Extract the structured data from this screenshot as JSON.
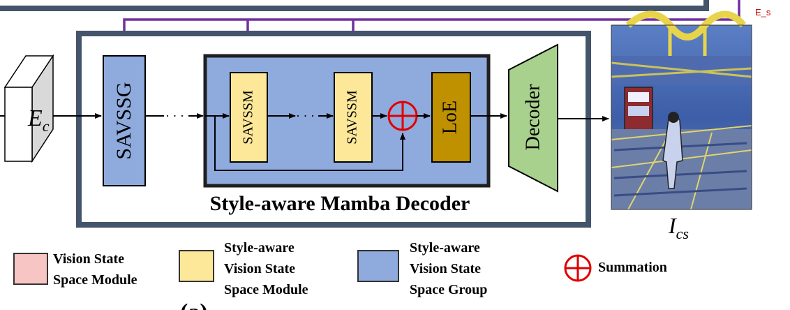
{
  "labels": {
    "es": "E_s",
    "ec_main": "E",
    "ec_sub": "c",
    "savssg": "SAVSSG",
    "savssm_1": "SAVSSM",
    "savssm_2": "SAVSSM",
    "ellipsis_1": "· · ·",
    "ellipsis_2": "· · ·",
    "loe": "LoE",
    "decoder": "Decoder",
    "group_title": "Style-aware Mamba Decoder",
    "ics_main": "I",
    "ics_sub": "cs",
    "partial_caption": "(a)"
  },
  "legend": [
    {
      "lines": [
        "Vision State",
        "Space Module"
      ],
      "color": "#f7c6c4"
    },
    {
      "lines": [
        "Style-aware",
        "Vision State",
        "Space Module"
      ],
      "color": "#fde89a"
    },
    {
      "lines": [
        "Style-aware",
        "Vision State",
        "Space Group"
      ],
      "color": "#8faadc"
    },
    {
      "lines": [
        "Summation"
      ],
      "icon": "summation-icon"
    }
  ],
  "colors": {
    "frame": "#44546a",
    "group_fill": "#8faadc",
    "savssm_fill": "#fde89a",
    "loe_fill": "#bf9000",
    "decoder_fill": "#a9d18e",
    "purple": "#7030a0",
    "summation": "#e00000",
    "encoder_fill": "#d9d9d9",
    "es_text": "#c00000"
  }
}
